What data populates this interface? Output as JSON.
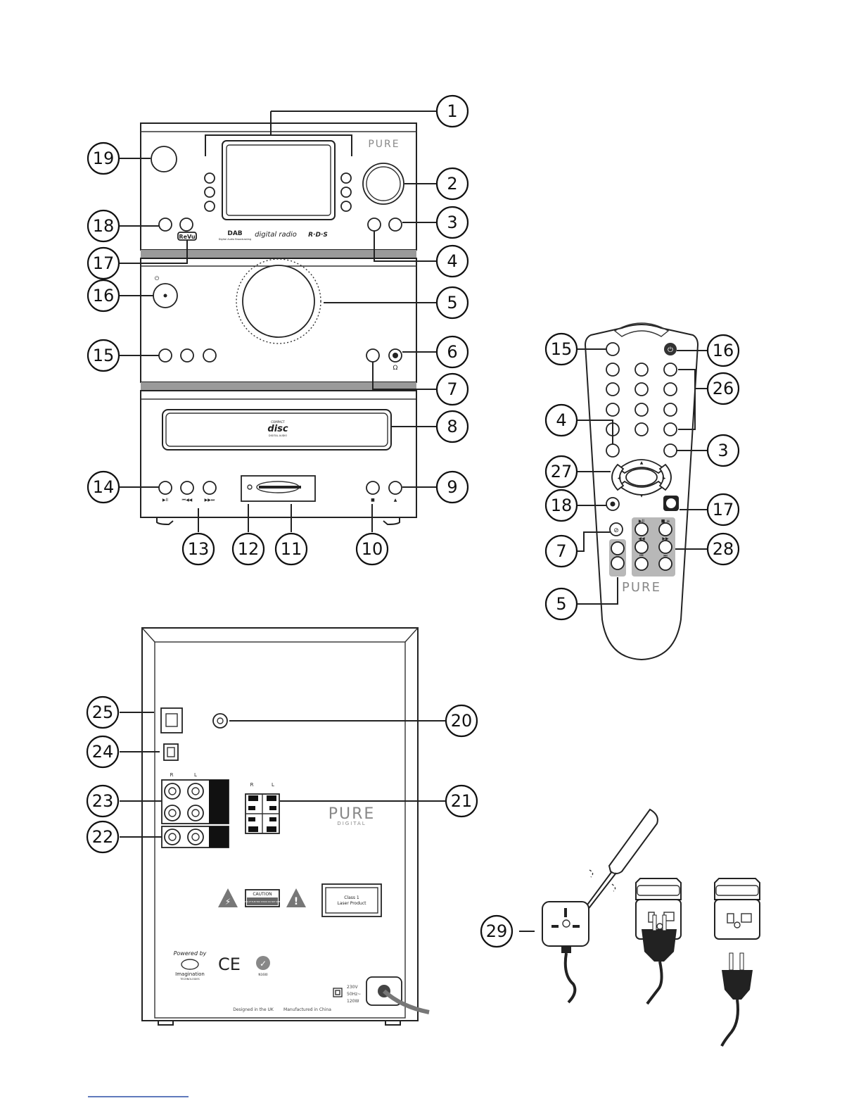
{
  "callouts": {
    "c1": "1",
    "c2": "2",
    "c3": "3",
    "c4": "4",
    "c5": "5",
    "c6": "6",
    "c7": "7",
    "c8": "8",
    "c9": "9",
    "c10": "10",
    "c11": "11",
    "c12": "12",
    "c13": "13",
    "c14": "14",
    "c15": "15",
    "c16": "16",
    "c17": "17",
    "c18": "18",
    "c19": "19",
    "c20": "20",
    "c21": "21",
    "c22": "22",
    "c23": "23",
    "c24": "24",
    "c25": "25",
    "r15": "15",
    "r16": "16",
    "r26": "26",
    "r4": "4",
    "r3": "3",
    "r27": "27",
    "r18": "18",
    "r17": "17",
    "r7": "7",
    "r28": "28",
    "r5": "5",
    "c29": "29"
  },
  "front": {
    "brand": "PURE",
    "revu": "ReVu",
    "dab": "DAB",
    "dab_sub": "Digital Audio Broadcasting",
    "digital_radio": "digital radio",
    "rds": "R·D·S",
    "power_glyph": "⏻",
    "headphone_glyph": "Ω",
    "cd_logo_top": "COMPACT",
    "cd_logo_main": "disc",
    "cd_logo_bottom": "DIGITAL AUDIO",
    "play_pause": "▶II",
    "prev": "⏮◀◀",
    "next": "▶▶⏭",
    "stop": "■",
    "eject": "▲"
  },
  "rear": {
    "rca_r": "R",
    "rca_l": "L",
    "spk_r": "R",
    "spk_l": "L",
    "brand_main": "PURE",
    "brand_sub": "DIGITAL",
    "caution_title": "CAUTION",
    "caution_body": "RISK OF ELECTRIC SHOCK DO NOT OPEN",
    "laser_line1": "Class 1",
    "laser_line2": "Laser Product",
    "powered_by": "Powered by",
    "imagination": "Imagination",
    "imagination_sub": "TECHNOLOGIES",
    "ce": "CE",
    "tick_sub": "N1600",
    "designed": "Designed in the UK",
    "manufactured": "Manufactured in China",
    "volt": "230V",
    "hz": "50Hz~",
    "watt": "120W"
  },
  "remote": {
    "brand": "PURE",
    "power_glyph": "⏻",
    "up": "▲",
    "down": "▼",
    "left": "◀",
    "right": "▶",
    "play": "▶II",
    "stop": "■ ≡",
    "rew": "◀◀",
    "ffw": "▶▶",
    "prev": "⏮",
    "next": "⏭"
  }
}
